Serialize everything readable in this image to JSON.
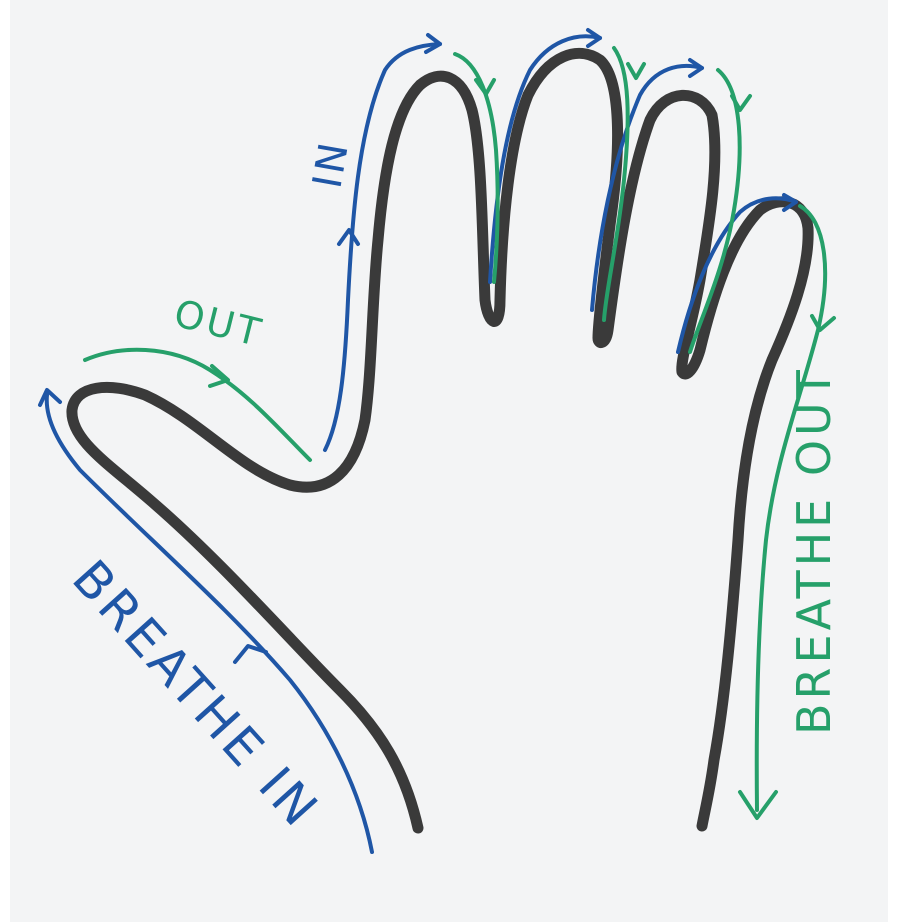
{
  "labels": {
    "breathe_in": "BREATHE IN",
    "breathe_out": "BREATHE OUT",
    "in": "IN",
    "out": "OUT"
  },
  "colors": {
    "paper": "#f3f4f5",
    "outline": "#3a3a3a",
    "blue": "#1f56a6",
    "green": "#26a06a"
  }
}
